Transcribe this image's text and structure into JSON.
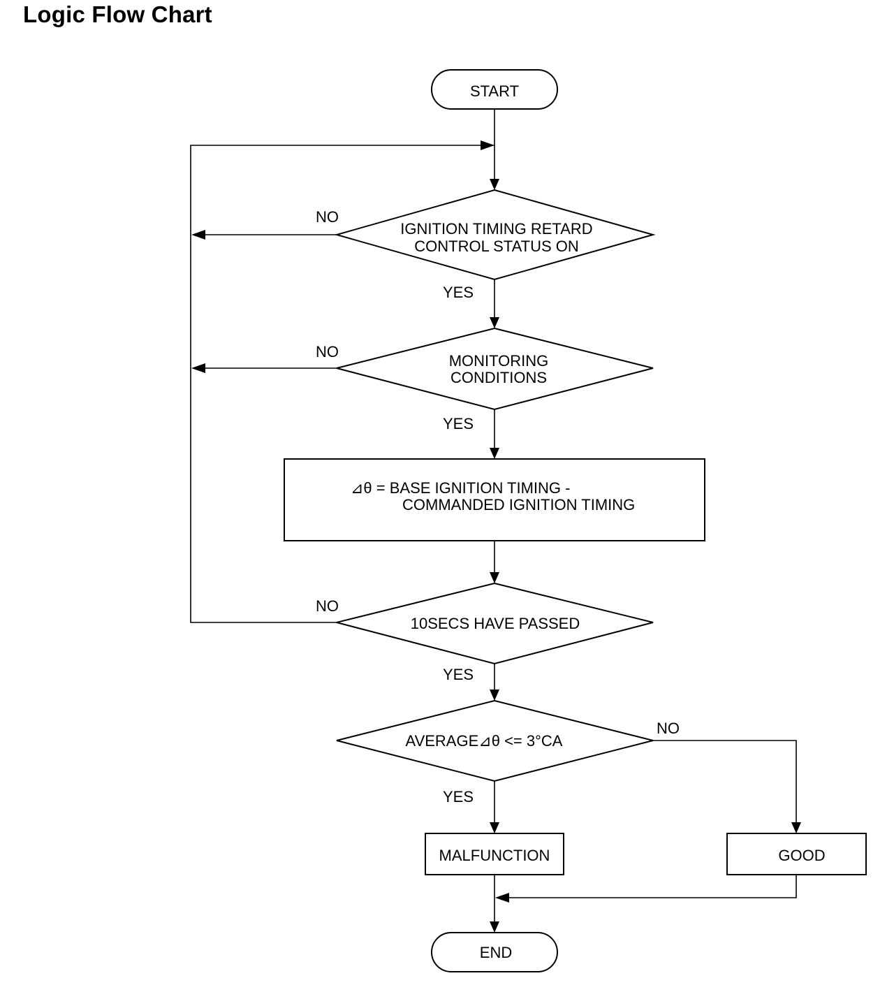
{
  "title": "Logic Flow Chart",
  "nodes": {
    "start": "START",
    "decision_retard_line1": "IGNITION TIMING RETARD",
    "decision_retard_line2": "CONTROL STATUS ON",
    "decision_monitoring_line1": "MONITORING",
    "decision_monitoring_line2": "CONDITIONS",
    "process_symbol": "⊿θ",
    "process_line1": " = BASE IGNITION TIMING -",
    "process_line2": "COMMANDED IGNITION TIMING",
    "decision_timer": "10SECS HAVE PASSED",
    "decision_average_prefix": "AVERAGE",
    "decision_average_symbol": "⊿θ",
    "decision_average_suffix": " <= 3°CA",
    "malfunction": "MALFUNCTION",
    "good": "GOOD",
    "end": "END"
  },
  "edge_labels": {
    "no_retard": "NO",
    "yes_retard": "YES",
    "no_monitoring": "NO",
    "yes_monitoring": "YES",
    "no_timer": "NO",
    "yes_timer": "YES",
    "no_average": "NO",
    "yes_average": "YES"
  }
}
